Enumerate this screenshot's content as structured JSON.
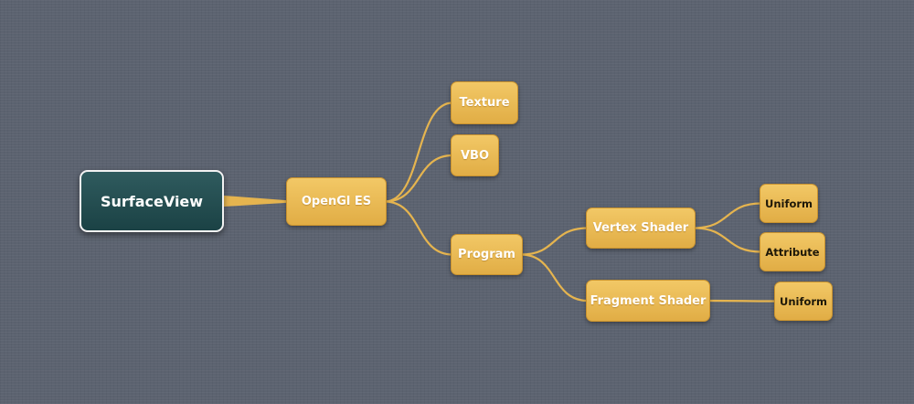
{
  "colors": {
    "background": "#5c6370",
    "connector": "#e5b44f",
    "node_fill": "#e8b955",
    "root_fill": "#234b4e",
    "root_border": "#f2f2f2"
  },
  "nodes": [
    {
      "id": "surfaceview",
      "label": "SurfaceView",
      "style": "root"
    },
    {
      "id": "opengl-es",
      "label": "OpenGl ES",
      "style": "gold"
    },
    {
      "id": "texture",
      "label": "Texture",
      "style": "gold"
    },
    {
      "id": "vbo",
      "label": "VBO",
      "style": "gold"
    },
    {
      "id": "program",
      "label": "Program",
      "style": "gold"
    },
    {
      "id": "vertex-shader",
      "label": "Vertex Shader",
      "style": "gold"
    },
    {
      "id": "fragment-shader",
      "label": "Fragment Shader",
      "style": "gold"
    },
    {
      "id": "uniform-vertex",
      "label": "Uniform",
      "style": "gold-dark"
    },
    {
      "id": "attribute",
      "label": "Attribute",
      "style": "gold-dark"
    },
    {
      "id": "uniform-fragment",
      "label": "Uniform",
      "style": "gold-dark"
    }
  ],
  "edges": [
    {
      "from": "surfaceview",
      "to": "opengl-es"
    },
    {
      "from": "opengl-es",
      "to": "texture"
    },
    {
      "from": "opengl-es",
      "to": "vbo"
    },
    {
      "from": "opengl-es",
      "to": "program"
    },
    {
      "from": "program",
      "to": "vertex-shader"
    },
    {
      "from": "program",
      "to": "fragment-shader"
    },
    {
      "from": "vertex-shader",
      "to": "uniform-vertex"
    },
    {
      "from": "vertex-shader",
      "to": "attribute"
    },
    {
      "from": "fragment-shader",
      "to": "uniform-fragment"
    }
  ]
}
